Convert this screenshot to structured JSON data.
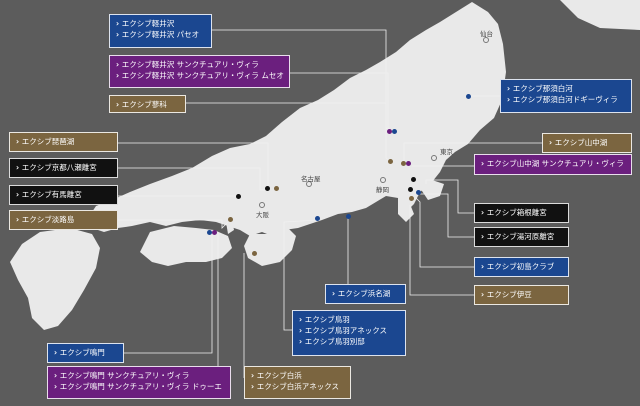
{
  "map": {
    "cities": {
      "sendai": "仙台",
      "tokyo": "東京",
      "shizuoka": "静岡",
      "nagoya": "名古屋",
      "osaka": "大阪"
    }
  },
  "hotels": {
    "karuizawa": [
      "エクシブ軽井沢",
      "エクシブ軽井沢 パセオ"
    ],
    "karuizawa_villa": [
      "エクシブ軽井沢 サンクチュアリ・ヴィラ",
      "エクシブ軽井沢 サンクチュアリ・ヴィラ ムセオ"
    ],
    "tateshina": [
      "エクシブ蓼科"
    ],
    "biwako": [
      "エクシブ琵琶湖"
    ],
    "kyoto": [
      "エクシブ京都八瀬離宮"
    ],
    "arima": [
      "エクシブ有馬離宮"
    ],
    "awajishima": [
      "エクシブ淡路島"
    ],
    "nasu": [
      "エクシブ那須白河",
      "エクシブ那須白河ドギーヴィラ"
    ],
    "yamanakako": [
      "エクシブ山中湖"
    ],
    "yamanakako_villa": [
      "エクシブ山中湖 サンクチュアリ・ヴィラ"
    ],
    "hakone": [
      "エクシブ箱根離宮"
    ],
    "yugawara": [
      "エクシブ湯河原離宮"
    ],
    "hatsushima": [
      "エクシブ初島クラブ"
    ],
    "izu": [
      "エクシブ伊豆"
    ],
    "hamanako": [
      "エクシブ浜名湖"
    ],
    "toba": [
      "エクシブ鳥羽",
      "エクシブ鳥羽アネックス",
      "エクシブ鳥羽別邸"
    ],
    "naruto": [
      "エクシブ鳴門"
    ],
    "naruto_villa": [
      "エクシブ鳴門 サンクチュアリ・ヴィラ",
      "エクシブ鳴門 サンクチュアリ・ヴィラ ドゥーエ"
    ],
    "shirahama": [
      "エクシブ白浜",
      "エクシブ白浜アネックス"
    ]
  },
  "colors": {
    "blue": "#1b4790",
    "purple": "#6b1f7e",
    "brown": "#7b6540",
    "black": "#111111",
    "land": "#e9e9e9",
    "sea": "#5c5c5c"
  }
}
